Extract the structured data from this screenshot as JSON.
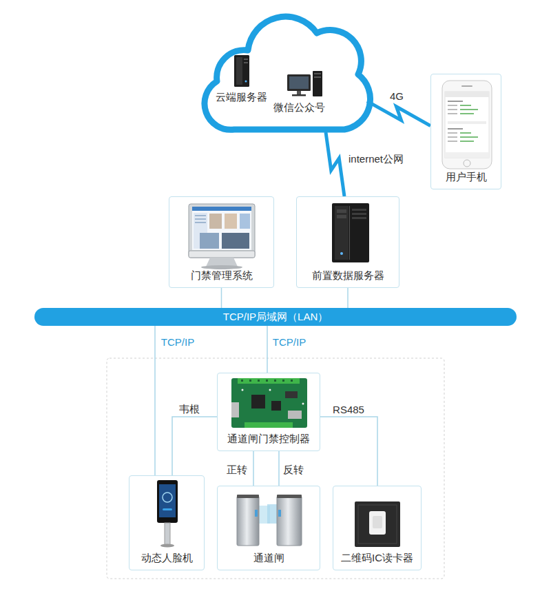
{
  "diagram": {
    "nodes": [
      {
        "text": [
          "云端服务器",
          "微信公众号"
        ]
      },
      {
        "text": [
          "用户手机"
        ]
      },
      {
        "text": [
          "门禁管理系统"
        ]
      },
      {
        "text": [
          "前置数据服务器"
        ]
      },
      {
        "text": [
          "TCP/IP局域网（LAN）"
        ]
      },
      {
        "text": [
          "通道闸门禁控制器"
        ]
      },
      {
        "text": [
          "动态人脸机"
        ]
      },
      {
        "text": [
          "通道闸"
        ]
      },
      {
        "text": [
          "二维码IC读卡器"
        ]
      }
    ],
    "edges": [
      {
        "from": 0,
        "to": 1,
        "arrow": "none",
        "label": "4G"
      },
      {
        "from": 0,
        "to": 3,
        "arrow": "none",
        "label": "internet公网"
      },
      {
        "from": 2,
        "to": 4,
        "arrow": "none"
      },
      {
        "from": 3,
        "to": 4,
        "arrow": "none"
      },
      {
        "from": 4,
        "to": 5,
        "arrow": "none",
        "label": "TCP/IP"
      },
      {
        "from": 4,
        "to": 6,
        "arrow": "none",
        "label": "TCP/IP"
      },
      {
        "from": 5,
        "to": 6,
        "arrow": "none",
        "label": "韦根"
      },
      {
        "from": 5,
        "to": 7,
        "arrow": "none",
        "label": "正转"
      },
      {
        "from": 5,
        "to": 7,
        "arrow": "none",
        "label": "反转"
      },
      {
        "from": 5,
        "to": 8,
        "arrow": "none",
        "label": "RS485"
      }
    ]
  }
}
